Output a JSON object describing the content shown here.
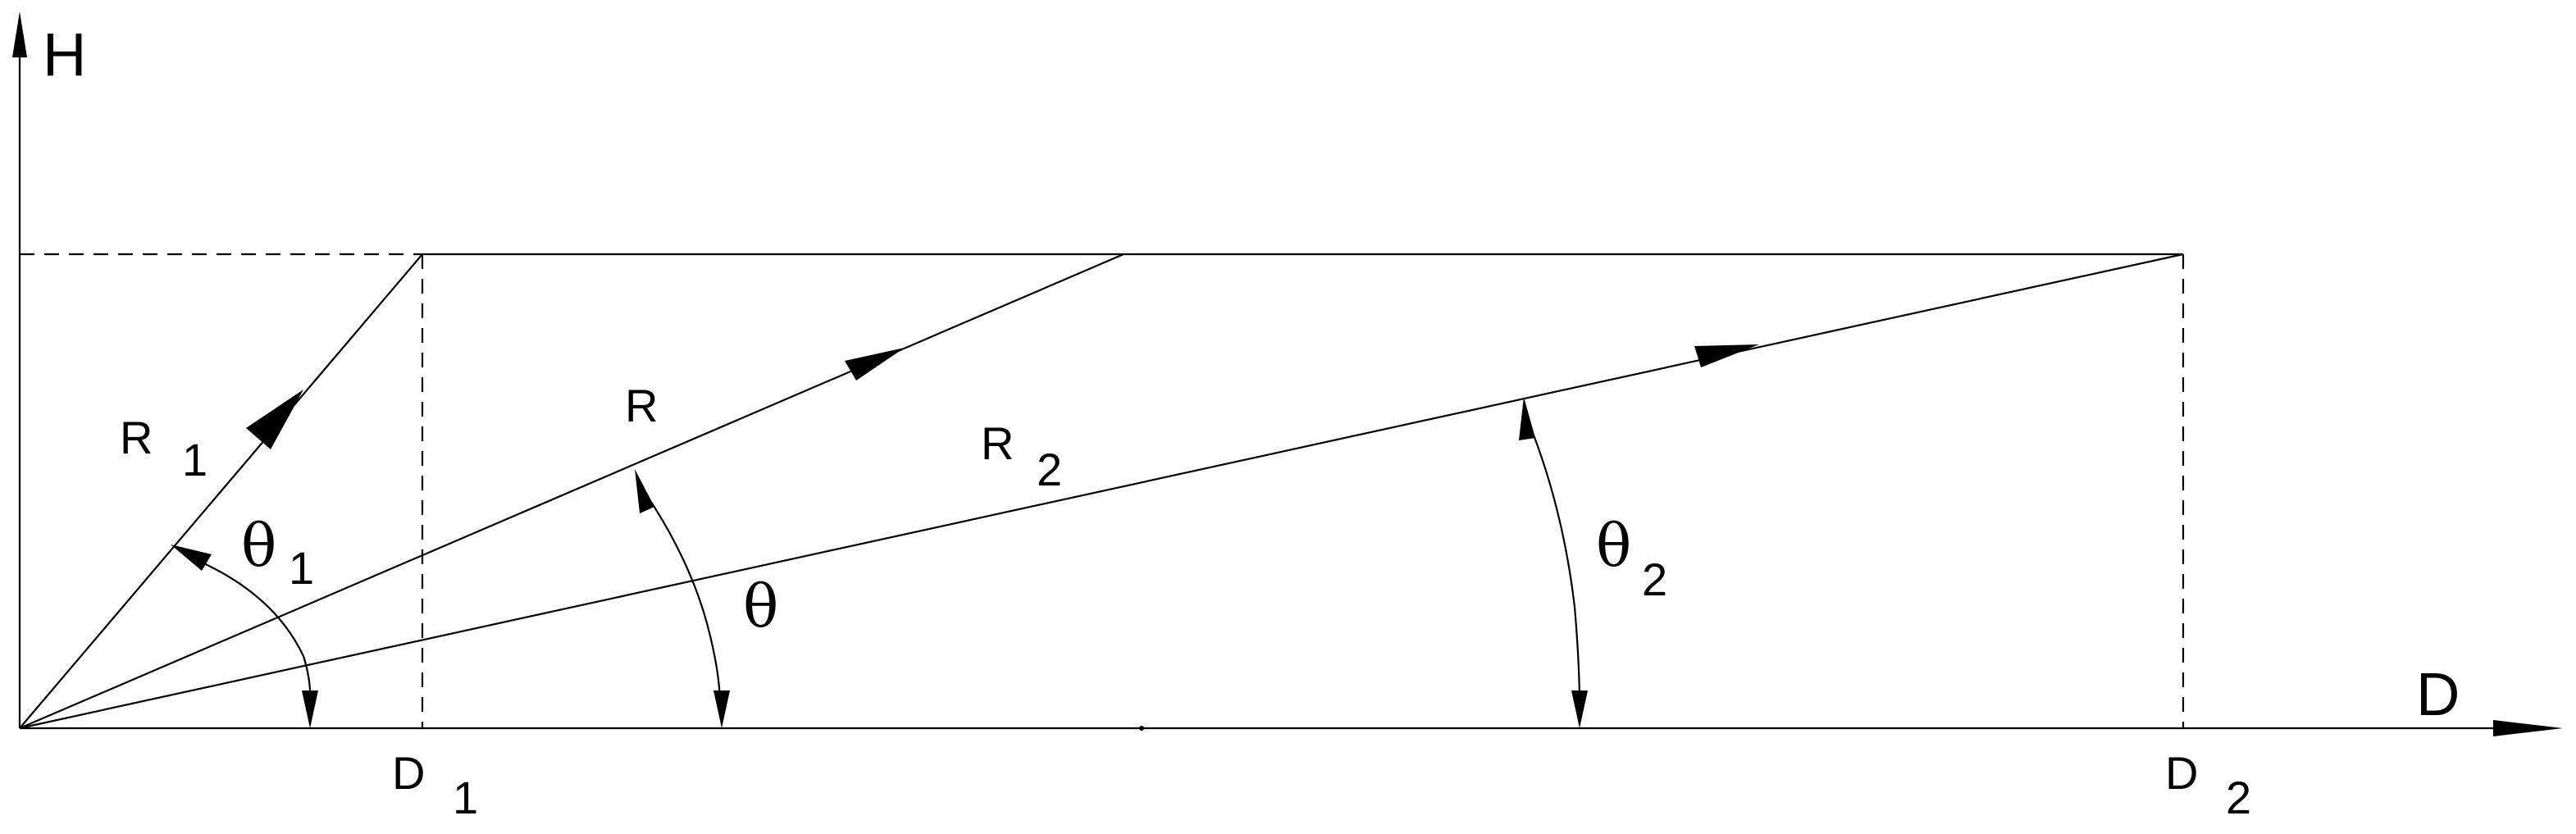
{
  "labels": {
    "h_axis": "H",
    "d_axis": "D",
    "r1_main": "R",
    "r1_sub": "1",
    "r_main": "R",
    "r2_main": "R",
    "r2_sub": "2",
    "theta1_main": "θ",
    "theta1_sub": "1",
    "theta_main": "θ",
    "theta2_main": "θ",
    "theta2_sub": "2",
    "d1_main": "D",
    "d1_sub": "1",
    "d2_main": "D",
    "d2_sub": "2"
  },
  "colors": {
    "ink": "#000000",
    "background": "#ffffff"
  }
}
